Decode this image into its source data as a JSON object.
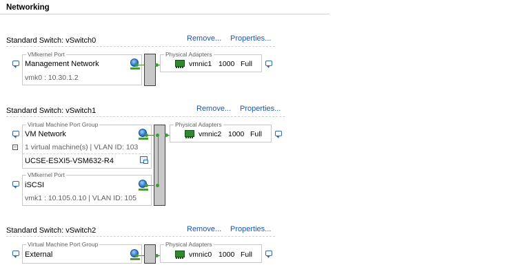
{
  "header": {
    "title": "Networking"
  },
  "switches": [
    {
      "name": "Standard Switch: vSwitch0",
      "remove_label": "Remove...",
      "properties_label": "Properties...",
      "port_groups": [
        {
          "type_label": "VMkernel Port",
          "name": "Management Network",
          "sub": "vmk0 : 10.30.1.2"
        }
      ],
      "adapters_label": "Physical Adapters",
      "adapters": [
        {
          "name": "vmnic1",
          "speed": "1000",
          "duplex": "Full"
        }
      ]
    },
    {
      "name": "Standard Switch: vSwitch1",
      "remove_label": "Remove...",
      "properties_label": "Properties...",
      "port_groups": [
        {
          "type_label": "Virtual Machine Port Group",
          "name": "VM Network",
          "sub": "1 virtual machine(s) | VLAN ID: 103",
          "vm": "UCSE-ESXI5-VSM632-R4"
        },
        {
          "type_label": "VMkernel Port",
          "name": "iSCSI",
          "sub": "vmk1 : 10.105.0.10 | VLAN ID: 105"
        }
      ],
      "adapters_label": "Physical Adapters",
      "adapters": [
        {
          "name": "vmnic2",
          "speed": "1000",
          "duplex": "Full"
        }
      ]
    },
    {
      "name": "Standard Switch: vSwitch2",
      "remove_label": "Remove...",
      "properties_label": "Properties...",
      "port_groups": [
        {
          "type_label": "Virtual Machine Port Group",
          "name": "External"
        }
      ],
      "adapters_label": "Physical Adapters",
      "adapters": [
        {
          "name": "vmnic0",
          "speed": "1000",
          "duplex": "Full"
        }
      ]
    }
  ],
  "icons": {
    "info": "speech-bubble-icon",
    "port": "network-globe-icon",
    "nic": "nic-card-icon",
    "vm": "virtual-machine-icon",
    "collapse": "collapse-minus-icon"
  },
  "colors": {
    "link": "#1a55b3",
    "connector": "#3f9a3f",
    "bus": "#c8c8c8"
  }
}
